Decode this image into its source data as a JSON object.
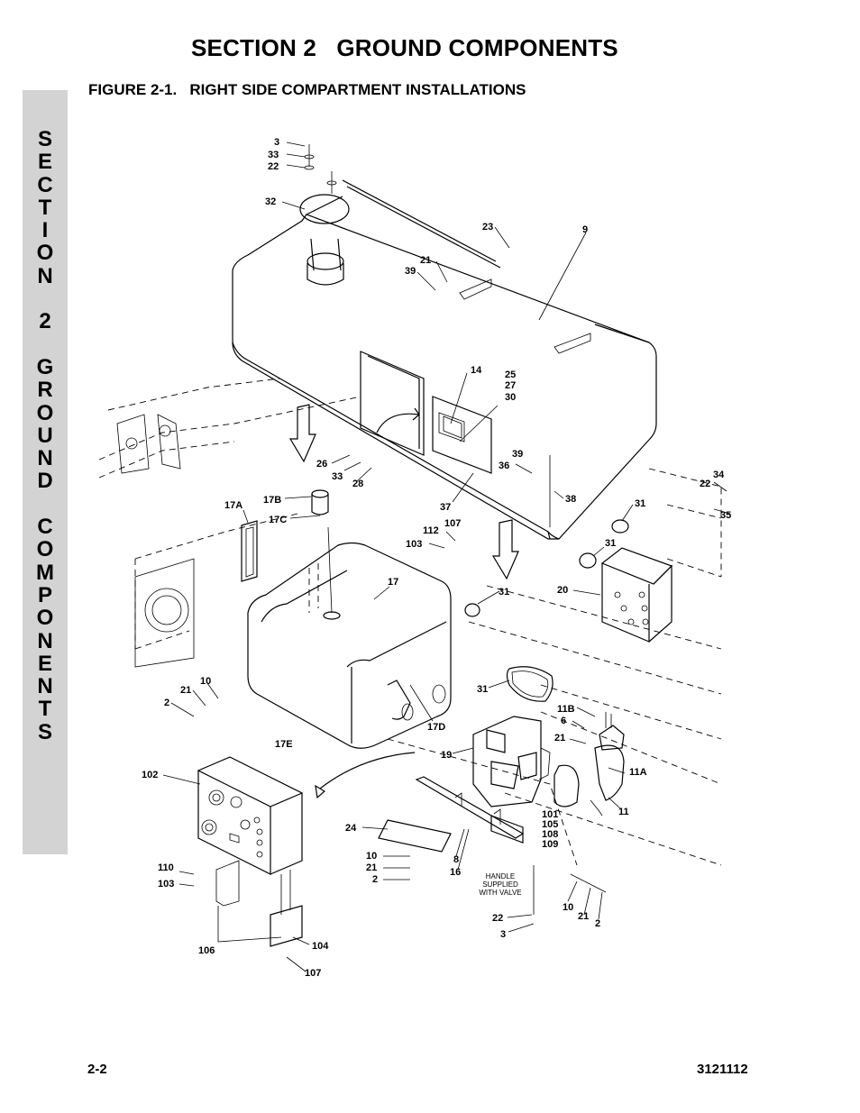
{
  "header": {
    "section_title": "SECTION 2   GROUND COMPONENTS",
    "figure_title": "FIGURE 2-1.   RIGHT SIDE COMPARTMENT INSTALLATIONS"
  },
  "side_tab": {
    "letters": [
      "S",
      "E",
      "C",
      "T",
      "I",
      "O",
      "N",
      " ",
      "2",
      " ",
      "G",
      "R",
      "O",
      "U",
      "N",
      "D",
      " ",
      "C",
      "O",
      "M",
      "P",
      "O",
      "N",
      "E",
      "N",
      "T",
      "S"
    ]
  },
  "diagram": {
    "callouts": [
      "3",
      "33",
      "22",
      "32",
      "23",
      "9",
      "21",
      "39",
      "14",
      "25",
      "27",
      "30",
      "26",
      "33",
      "28",
      "39",
      "36",
      "37",
      "38",
      "34",
      "22",
      "35",
      "17A",
      "17B",
      "17C",
      "107",
      "112",
      "103",
      "31",
      "31",
      "20",
      "17",
      "31",
      "31",
      "10",
      "21",
      "2",
      "11B",
      "6",
      "21",
      "19",
      "11A",
      "17D",
      "11",
      "17E",
      "102",
      "101",
      "105",
      "108",
      "109",
      "24",
      "8",
      "16",
      "10",
      "21",
      "2",
      "110",
      "103",
      "106",
      "104",
      "107",
      "22",
      "3",
      "10",
      "21",
      "2"
    ],
    "handle_note": [
      "HANDLE",
      "SUPPLIED",
      "WITH VALVE"
    ]
  },
  "footer": {
    "page_number": "2-2",
    "doc_number": "3121112"
  }
}
